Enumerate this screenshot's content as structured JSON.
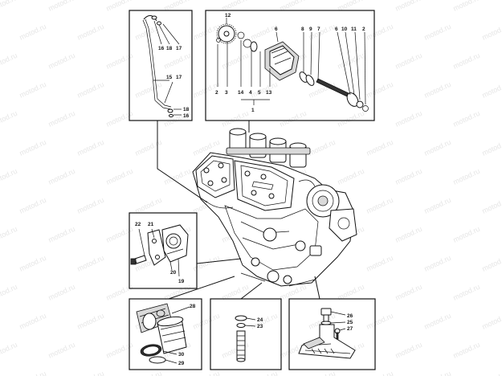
{
  "watermark": {
    "text": "motod.ru"
  },
  "panels": {
    "oil_pipe": {
      "callouts": [
        "16",
        "18",
        "17",
        "15",
        "17",
        "18",
        "16"
      ]
    },
    "timing": {
      "callouts": [
        "12",
        "6",
        "8",
        "9",
        "7",
        "6",
        "10",
        "11",
        "2",
        "2",
        "3",
        "14",
        "4",
        "5",
        "13",
        "1"
      ]
    },
    "oil_filter_housing": {
      "callouts": [
        "22",
        "21",
        "20",
        "19"
      ]
    },
    "oil_filter": {
      "callouts": [
        "28",
        "30",
        "29"
      ]
    },
    "pressure_sensor": {
      "callouts": [
        "24",
        "23"
      ]
    },
    "bracket": {
      "callouts": [
        "26",
        "25",
        "27"
      ]
    }
  }
}
